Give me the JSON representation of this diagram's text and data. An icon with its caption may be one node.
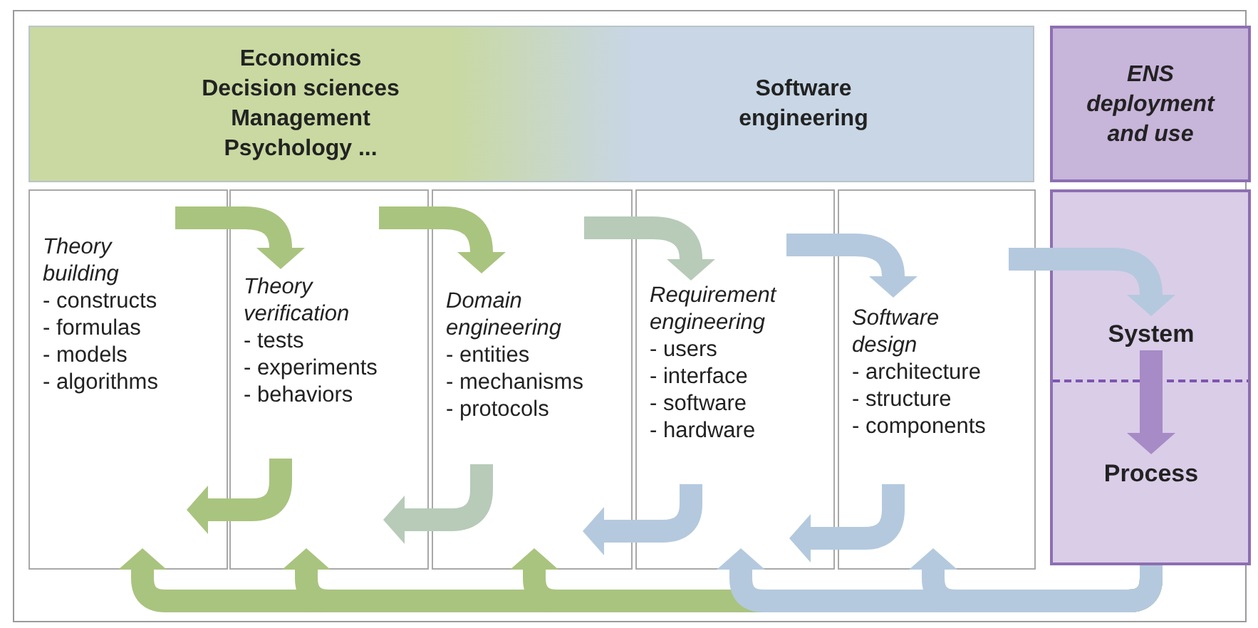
{
  "diagram": {
    "nodes": [
      {
        "text": [
          "Economics",
          "Decision sciences",
          "Management",
          "Psychology ...",
          "Software engineering"
        ]
      },
      {
        "text": [
          "ENS deployment and use"
        ]
      },
      {
        "text": [
          "Theory building",
          "- constructs",
          "- formulas",
          "- models",
          "- algorithms"
        ]
      },
      {
        "text": [
          "Theory verification",
          "- tests",
          "- experiments",
          "- behaviors"
        ]
      },
      {
        "text": [
          "Domain engineering",
          "- entities",
          "- mechanisms",
          "- protocols"
        ]
      },
      {
        "text": [
          "Requirement engineering",
          "- users",
          "- interface",
          "- software",
          "- hardware"
        ]
      },
      {
        "text": [
          "Software design",
          "- architecture",
          "- structure",
          "- components"
        ]
      },
      {
        "text": [],
        "shape": "box"
      },
      {
        "text": [
          "System"
        ],
        "in": 7
      },
      {
        "text": [
          "Process"
        ],
        "in": 7
      }
    ],
    "edges": [
      {
        "from": 2,
        "to": 3,
        "arrow": "to",
        "color": "#a9c47f"
      },
      {
        "from": 3,
        "to": 4,
        "arrow": "to",
        "color": "#a9c47f"
      },
      {
        "from": 4,
        "to": 5,
        "arrow": "to",
        "color": "#b7cbb8"
      },
      {
        "from": 5,
        "to": 6,
        "arrow": "to",
        "color": "#b4c9de"
      },
      {
        "from": 6,
        "to": 8,
        "arrow": "to",
        "color": "#b4c9de"
      },
      {
        "from": 8,
        "to": 9,
        "arrow": "to",
        "color": "#a68bc6"
      },
      {
        "from": 3,
        "to": 2,
        "arrow": "to",
        "color": "#a9c47f"
      },
      {
        "from": 4,
        "to": 3,
        "arrow": "to",
        "color": "#b7cbb8"
      },
      {
        "from": 5,
        "to": 4,
        "arrow": "to",
        "color": "#b4c9de"
      },
      {
        "from": 6,
        "to": 5,
        "arrow": "to",
        "color": "#b4c9de"
      },
      {
        "from": 7,
        "to": 2,
        "arrow": "to",
        "color": "#a9c47f"
      },
      {
        "from": 7,
        "to": 3,
        "arrow": "to",
        "color": "#a9c47f"
      },
      {
        "from": 7,
        "to": 4,
        "arrow": "to",
        "color": "#a9c47f"
      },
      {
        "from": 7,
        "to": 5,
        "arrow": "to",
        "color": "#b4c9de"
      },
      {
        "from": 7,
        "to": 6,
        "arrow": "to",
        "color": "#b4c9de"
      }
    ]
  }
}
